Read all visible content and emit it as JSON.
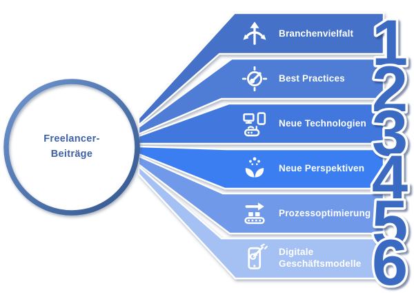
{
  "diagram": {
    "center": {
      "line1": "Freelancer-",
      "line2": "Beiträge"
    },
    "items": [
      {
        "number": "1",
        "label": "Branchenvielfalt",
        "icon": "branching-arrows-icon",
        "color": "#4471c8"
      },
      {
        "number": "2",
        "label": "Best Practices",
        "icon": "gauge-target-icon",
        "color": "#4f7dd6"
      },
      {
        "number": "3",
        "label": "Neue Technologien",
        "icon": "devices-icon",
        "color": "#4278dd"
      },
      {
        "number": "4",
        "label": "Neue Perspektiven",
        "icon": "seedling-icon",
        "color": "#3b7ef2"
      },
      {
        "number": "5",
        "label": "Prozessoptimierung",
        "icon": "conveyor-icon",
        "color": "#6f99e9"
      },
      {
        "number": "6",
        "label": "Digitale Geschäftsmodelle",
        "icon": "phone-target-icon",
        "color": "#a5c1f3"
      }
    ],
    "colors": {
      "number_fill": "#3a6bc3",
      "number_outline": "#ffffff",
      "ring": "#41699f",
      "center_text": "#3e61a6",
      "background": "#ffffff"
    }
  }
}
